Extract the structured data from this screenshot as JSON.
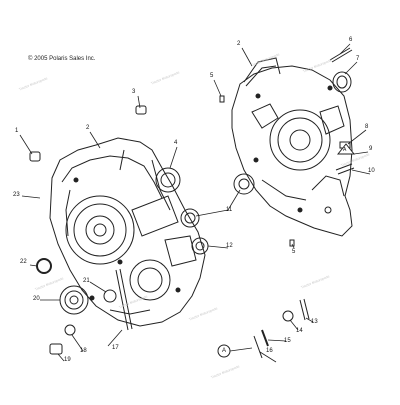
{
  "diagram": {
    "copyright": "© 2005 Polaris Sales Inc.",
    "watermark": "Tractor Motorsports",
    "reference_marker": "A",
    "callouts": [
      "1",
      "2",
      "2",
      "3",
      "4",
      "5",
      "5",
      "6",
      "7",
      "8",
      "9",
      "10",
      "11",
      "12",
      "13",
      "14",
      "15",
      "16",
      "17",
      "18",
      "19",
      "20",
      "21",
      "22",
      "23"
    ]
  }
}
